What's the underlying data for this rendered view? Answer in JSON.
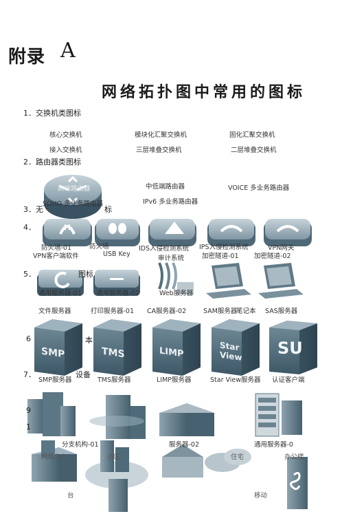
{
  "header": {
    "appendix": "附录",
    "appendix_letter": "A",
    "title": "网络拓扑图中常用的图标"
  },
  "sections": {
    "s1": "1．交换机类图标",
    "s2": "2．路由器类图标",
    "s3": "3．无",
    "s3_tail": "标",
    "s4": "4．",
    "s5": "5．",
    "s5_tail": "图标",
    "s6": "6",
    "s6_tail": "本",
    "s7": "7．",
    "s7_tail": "设备",
    "s9": "9",
    "s10": "1"
  },
  "switches": {
    "row1": [
      "核心交换机",
      "模块化汇聚交换机",
      "固化汇聚交换机"
    ],
    "row2": [
      "接入交换机",
      "三层堆叠交换机",
      "二层堆叠交换机"
    ]
  },
  "routers": {
    "row1": [
      "高端路由器",
      "中低端路由器",
      "VOICE 多业务路由器"
    ],
    "row2": [
      "SOHO 多业务路由器",
      "IPv6 多业务路由器"
    ]
  },
  "security": {
    "row1": [
      "防火墙-01",
      "防火墙",
      "IDS入侵检测系统",
      "IPS入侵检测系统",
      "VPN网关"
    ],
    "row2": [
      "VPN客户端软件",
      "USB Key",
      "审计系统",
      "加密隧道-01",
      "加密隧道-02"
    ]
  },
  "servers": {
    "row1": [
      "通用服务器-01",
      "通用服务器-02",
      "Web服务器"
    ],
    "row2": [
      "文件服务器",
      "打印服务器-01",
      "CA服务器-02",
      "SAM服务器",
      "笔记本",
      "SAS服务器"
    ],
    "row3": [
      "SMP服务器",
      "TMS服务器",
      "LIMP服务器",
      "Star View服务器",
      "认证客户端"
    ]
  },
  "buildings": {
    "row1": [
      "分支机构-01",
      "服务器-02",
      "通用服务器-0"
    ],
    "row2": [
      "网络中心",
      "小区",
      "住宅",
      "办公楼"
    ],
    "row3": [
      "台",
      "移动"
    ]
  },
  "box_labels": [
    "SMP",
    "TMS",
    "LIMP",
    "Star View",
    "SU"
  ],
  "colors": {
    "icon_dark": "#3d5564",
    "icon_mid": "#5d7886",
    "icon_light": "#9fb3bf",
    "text": "#1a1a1a"
  }
}
